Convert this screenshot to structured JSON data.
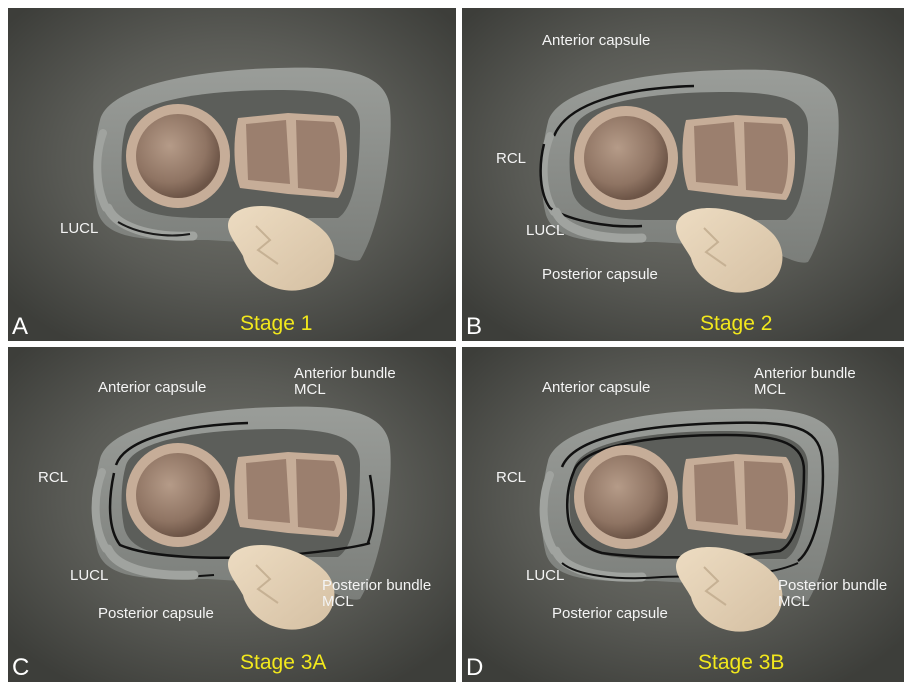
{
  "panels": [
    {
      "letter": "A",
      "stage": "Stage 1",
      "labels": {
        "lucl": "LUCL"
      }
    },
    {
      "letter": "B",
      "stage": "Stage 2",
      "labels": {
        "anterior_capsule": "Anterior capsule",
        "rcl": "RCL",
        "lucl": "LUCL",
        "posterior_capsule": "Posterior capsule"
      }
    },
    {
      "letter": "C",
      "stage": "Stage 3A",
      "labels": {
        "anterior_capsule": "Anterior capsule",
        "anterior_bundle_line1": "Anterior bundle",
        "anterior_bundle_line2": "MCL",
        "rcl": "RCL",
        "lucl": "LUCL",
        "posterior_bundle_line1": "Posterior bundle",
        "posterior_bundle_line2": "MCL",
        "posterior_capsule": "Posterior capsule"
      }
    },
    {
      "letter": "D",
      "stage": "Stage 3B",
      "labels": {
        "anterior_capsule": "Anterior capsule",
        "anterior_bundle_line1": "Anterior bundle",
        "anterior_bundle_line2": "MCL",
        "rcl": "RCL",
        "lucl": "LUCL",
        "posterior_bundle_line1": "Posterior bundle",
        "posterior_bundle_line2": "MCL",
        "posterior_capsule": "Posterior capsule"
      }
    }
  ],
  "colors": {
    "background": "#4a4a47",
    "capsule": "#8a8d89",
    "bone": "#9b7f6e",
    "olecranon": "#e2cfb4",
    "tear": "#111111",
    "stage_text": "#f2e81c"
  }
}
